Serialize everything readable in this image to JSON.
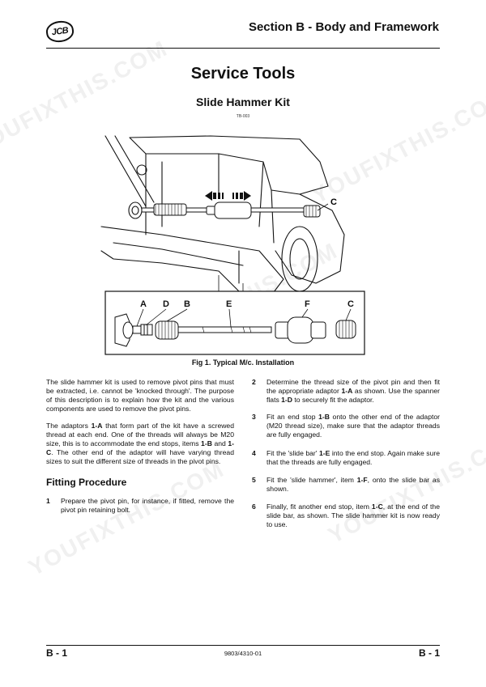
{
  "header": {
    "logo_text": "JCB",
    "section_title": "Section B - Body and Framework"
  },
  "title": "Service Tools",
  "subtitle": "Slide Hammer Kit",
  "figure": {
    "ref_code": "TB-003",
    "callout_main": "C",
    "callouts": [
      "A",
      "D",
      "B",
      "E",
      "F",
      "C"
    ],
    "caption": "Fig 1. Typical M/c. Installation"
  },
  "body": {
    "intro_1": "The slide hammer kit is used to remove pivot pins that must be extracted, i.e. cannot be 'knocked through'. The purpose of this description is to explain how the kit and the various components are used to remove the pivot pins.",
    "intro_2": {
      "p1": "The adaptors ",
      "b1": "1-A",
      "p2": " that form part of the kit have a screwed thread at each end. One of the threads will always be M20 size, this is to accommodate the end stops, items ",
      "b2": "1-B",
      "p3": " and ",
      "b3": "1-C",
      "p4": ". The other end of the adaptor will have varying thread sizes to suit the different size of threads in the pivot pins."
    },
    "fitting_heading": "Fitting Procedure",
    "steps": [
      {
        "num": "1",
        "p1": "Prepare the pivot pin, for instance, if fitted, remove the pivot pin retaining bolt."
      },
      {
        "num": "2",
        "p1": "Determine the thread size of the pivot pin and then fit the appropriate adaptor ",
        "b1": "1-A",
        "p2": " as shown. Use the spanner flats ",
        "b2": "1-D",
        "p3": " to securely fit the adaptor."
      },
      {
        "num": "3",
        "p1": "Fit an end stop ",
        "b1": "1-B",
        "p2": " onto the other end of the adaptor (M20 thread size), make sure that the adaptor threads are fully engaged."
      },
      {
        "num": "4",
        "p1": "Fit the 'slide bar' ",
        "b1": "1-E",
        "p2": " into the end stop. Again make sure that the threads are fully engaged."
      },
      {
        "num": "5",
        "p1": "Fit the 'slide hammer', item ",
        "b1": "1-F",
        "p2": ", onto the slide bar as shown."
      },
      {
        "num": "6",
        "p1": "Finally, fit another end stop, item ",
        "b1": "1-C",
        "p2": ", at the end of the slide bar, as shown. The slide hammer kit is now ready to use."
      }
    ]
  },
  "footer": {
    "page_left": "B - 1",
    "doc_code": "9803/4310-01",
    "page_right": "B - 1"
  },
  "watermark": "YOUFIXTHIS.COM"
}
